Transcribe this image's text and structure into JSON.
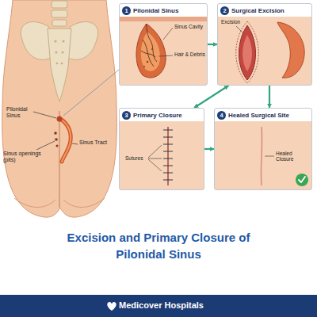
{
  "diagram": {
    "title": "Excision and Primary Closure of Pilonidal Sinus",
    "nodes": [
      {
        "text": [
          "1",
          "Pilonidal Sinus",
          "Sinus Cavity",
          "Hair & Debris"
        ]
      },
      {
        "text": [
          "2",
          "Surgical Excision",
          "Excision"
        ]
      },
      {
        "text": [
          "3",
          "Primary Closure",
          "Sutures"
        ]
      },
      {
        "text": [
          "4",
          "Healed Surgical Site",
          "Healed Closure"
        ]
      }
    ],
    "edges": [
      {
        "from": 0,
        "to": 1,
        "arrow": "to"
      },
      {
        "from": 1,
        "to": 2,
        "arrow": "both"
      },
      {
        "from": 1,
        "to": 3,
        "arrow": "to"
      },
      {
        "from": 2,
        "to": 3,
        "arrow": "to"
      }
    ],
    "labels": [
      "Pilonidal Sinus",
      "Sinus openings (pits)",
      "Sinus Tract",
      "Medicover Hospitals"
    ]
  }
}
